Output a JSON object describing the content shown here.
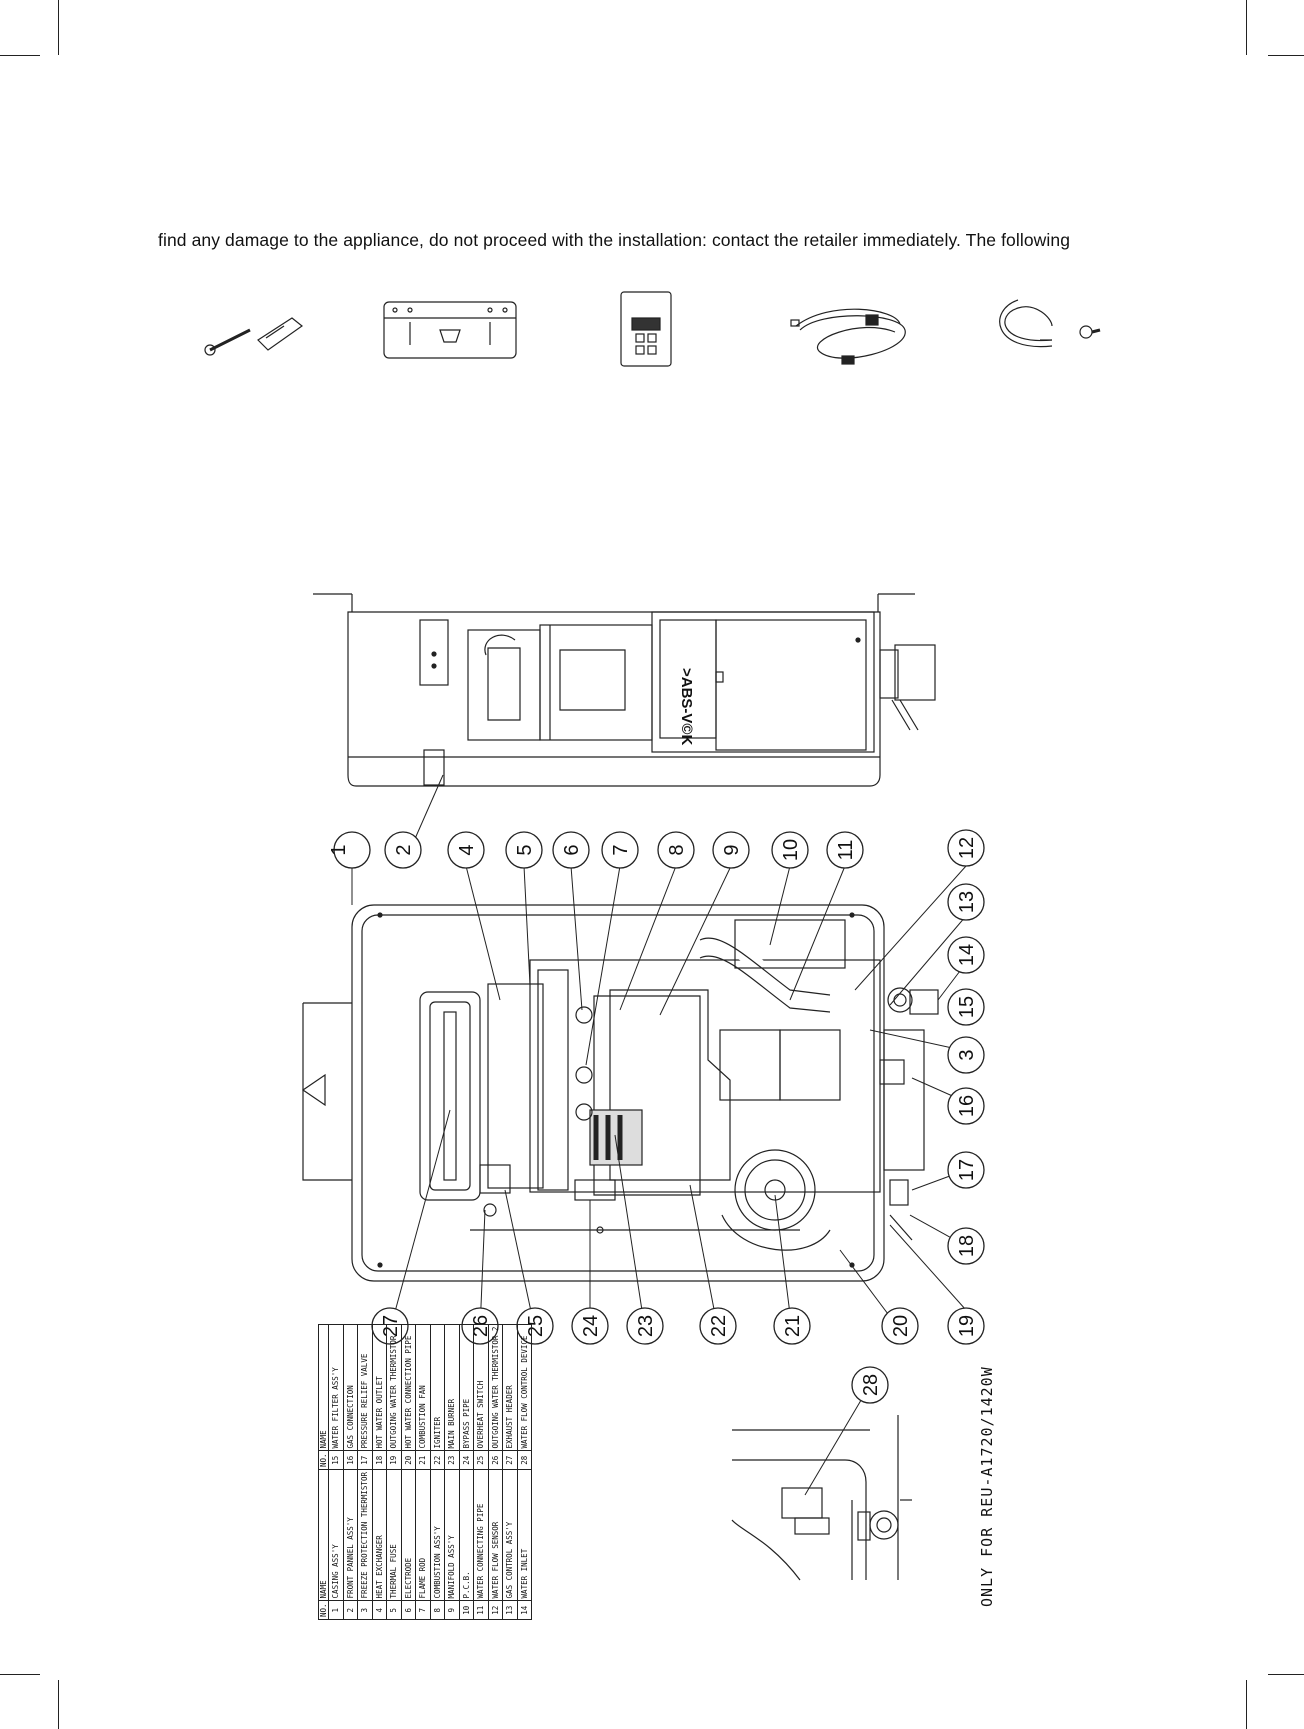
{
  "intro_text": "find any damage to the appliance, do not proceed with the installation: contact the retailer immediately. The following",
  "accessories": [
    {
      "name": "screw-and-anchor-icon"
    },
    {
      "name": "wall-bracket-icon"
    },
    {
      "name": "remote-controller-icon"
    },
    {
      "name": "controller-cable-icon"
    },
    {
      "name": "pipe-clamp-and-screw-icon"
    }
  ],
  "top_view": {
    "badge_text": ">ABS-V©K"
  },
  "callouts": [
    "1",
    "2",
    "3",
    "4",
    "5",
    "6",
    "7",
    "8",
    "9",
    "10",
    "11",
    "12",
    "13",
    "14",
    "15",
    "16",
    "17",
    "18",
    "19",
    "20",
    "21",
    "22",
    "23",
    "24",
    "25",
    "26",
    "27",
    "28"
  ],
  "parts_table": {
    "headers": {
      "no": "NO.",
      "name": "NAME"
    },
    "rows": [
      [
        "1",
        "CASING ASS'Y",
        "15",
        "WATER FILTER ASS'Y"
      ],
      [
        "2",
        "FRONT PANNEL ASS'Y",
        "16",
        "GAS CONNECTION"
      ],
      [
        "3",
        "FREEZE PROTECTION THERMISTOR",
        "17",
        "PRESSURE RELIEF VALVE"
      ],
      [
        "4",
        "HEAT EXCHANGER",
        "18",
        "HOT WATER OUTLET"
      ],
      [
        "5",
        "THERMAL FUSE",
        "19",
        "OUTGOING WATER THERMISTOR"
      ],
      [
        "6",
        "ELECTRODE",
        "20",
        "HOT WATER CONNECTION PIPE"
      ],
      [
        "7",
        "FLAME ROD",
        "21",
        "COMBUSTION FAN"
      ],
      [
        "8",
        "COMBUSTION ASS'Y",
        "22",
        "IGNITER"
      ],
      [
        "9",
        "MANIFOLD ASS'Y",
        "23",
        "MAIN BURNER"
      ],
      [
        "10",
        "P.C.B.",
        "24",
        "BYPASS PIPE"
      ],
      [
        "11",
        "WATER CONNECTING PIPE",
        "25",
        "OVERHEAT SWITCH"
      ],
      [
        "12",
        "WATER FLOW SENSOR",
        "26",
        "OUTGOING WATER THERMISTOR 2"
      ],
      [
        "13",
        "GAS CONTROL ASS'Y",
        "27",
        "EXHAUST HEADER"
      ],
      [
        "14",
        "WATER INLET",
        "28",
        "WATER FLOW CONTROL DEVICE"
      ]
    ]
  },
  "model_note": "ONLY FOR REU-A1720/1420W"
}
